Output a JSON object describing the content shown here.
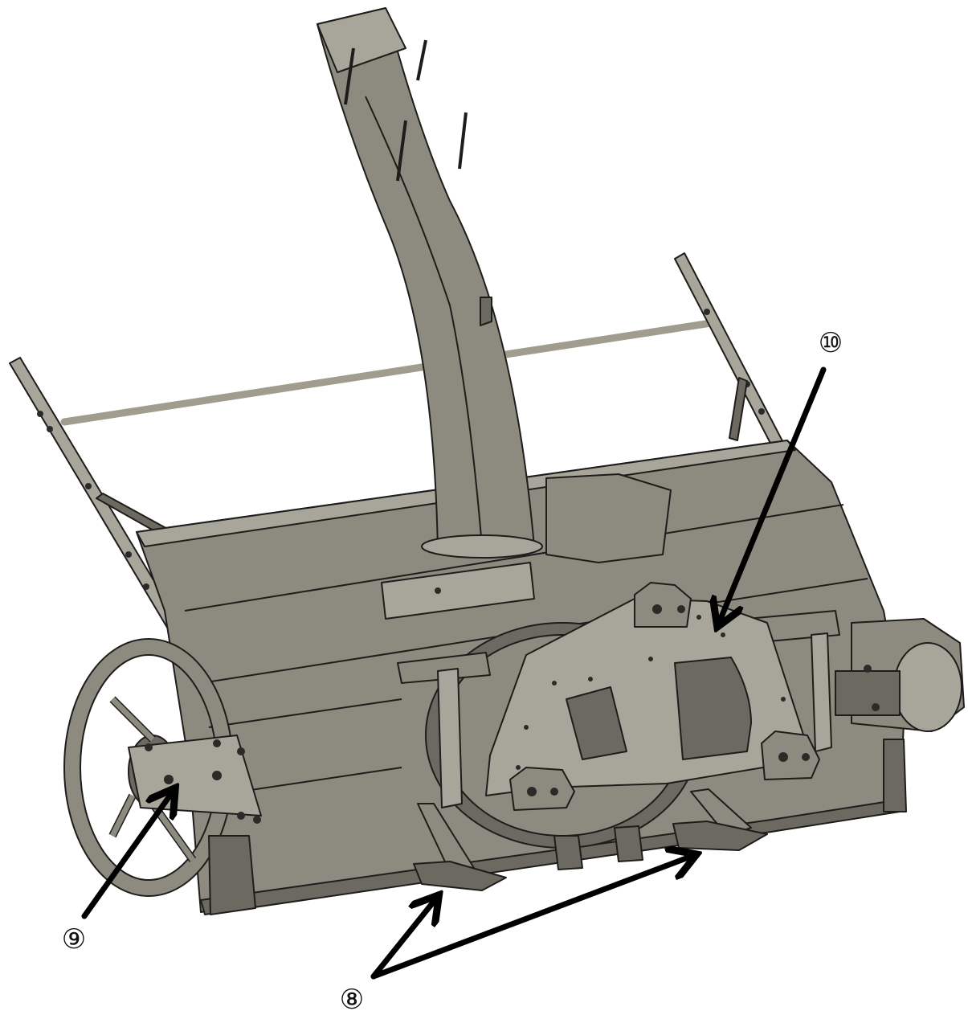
{
  "figure": {
    "subject": "snow-blower-attachment",
    "colors": {
      "metal": "#8d8a80",
      "metal_light": "#a8a59b",
      "metal_dark": "#6c6961",
      "outline": "#1d1d1b",
      "arrow": "#000000"
    }
  },
  "callouts": [
    {
      "id": "callout-8",
      "label": "⑧"
    },
    {
      "id": "callout-9",
      "label": "⑨"
    },
    {
      "id": "callout-10",
      "label": "⑩"
    }
  ]
}
